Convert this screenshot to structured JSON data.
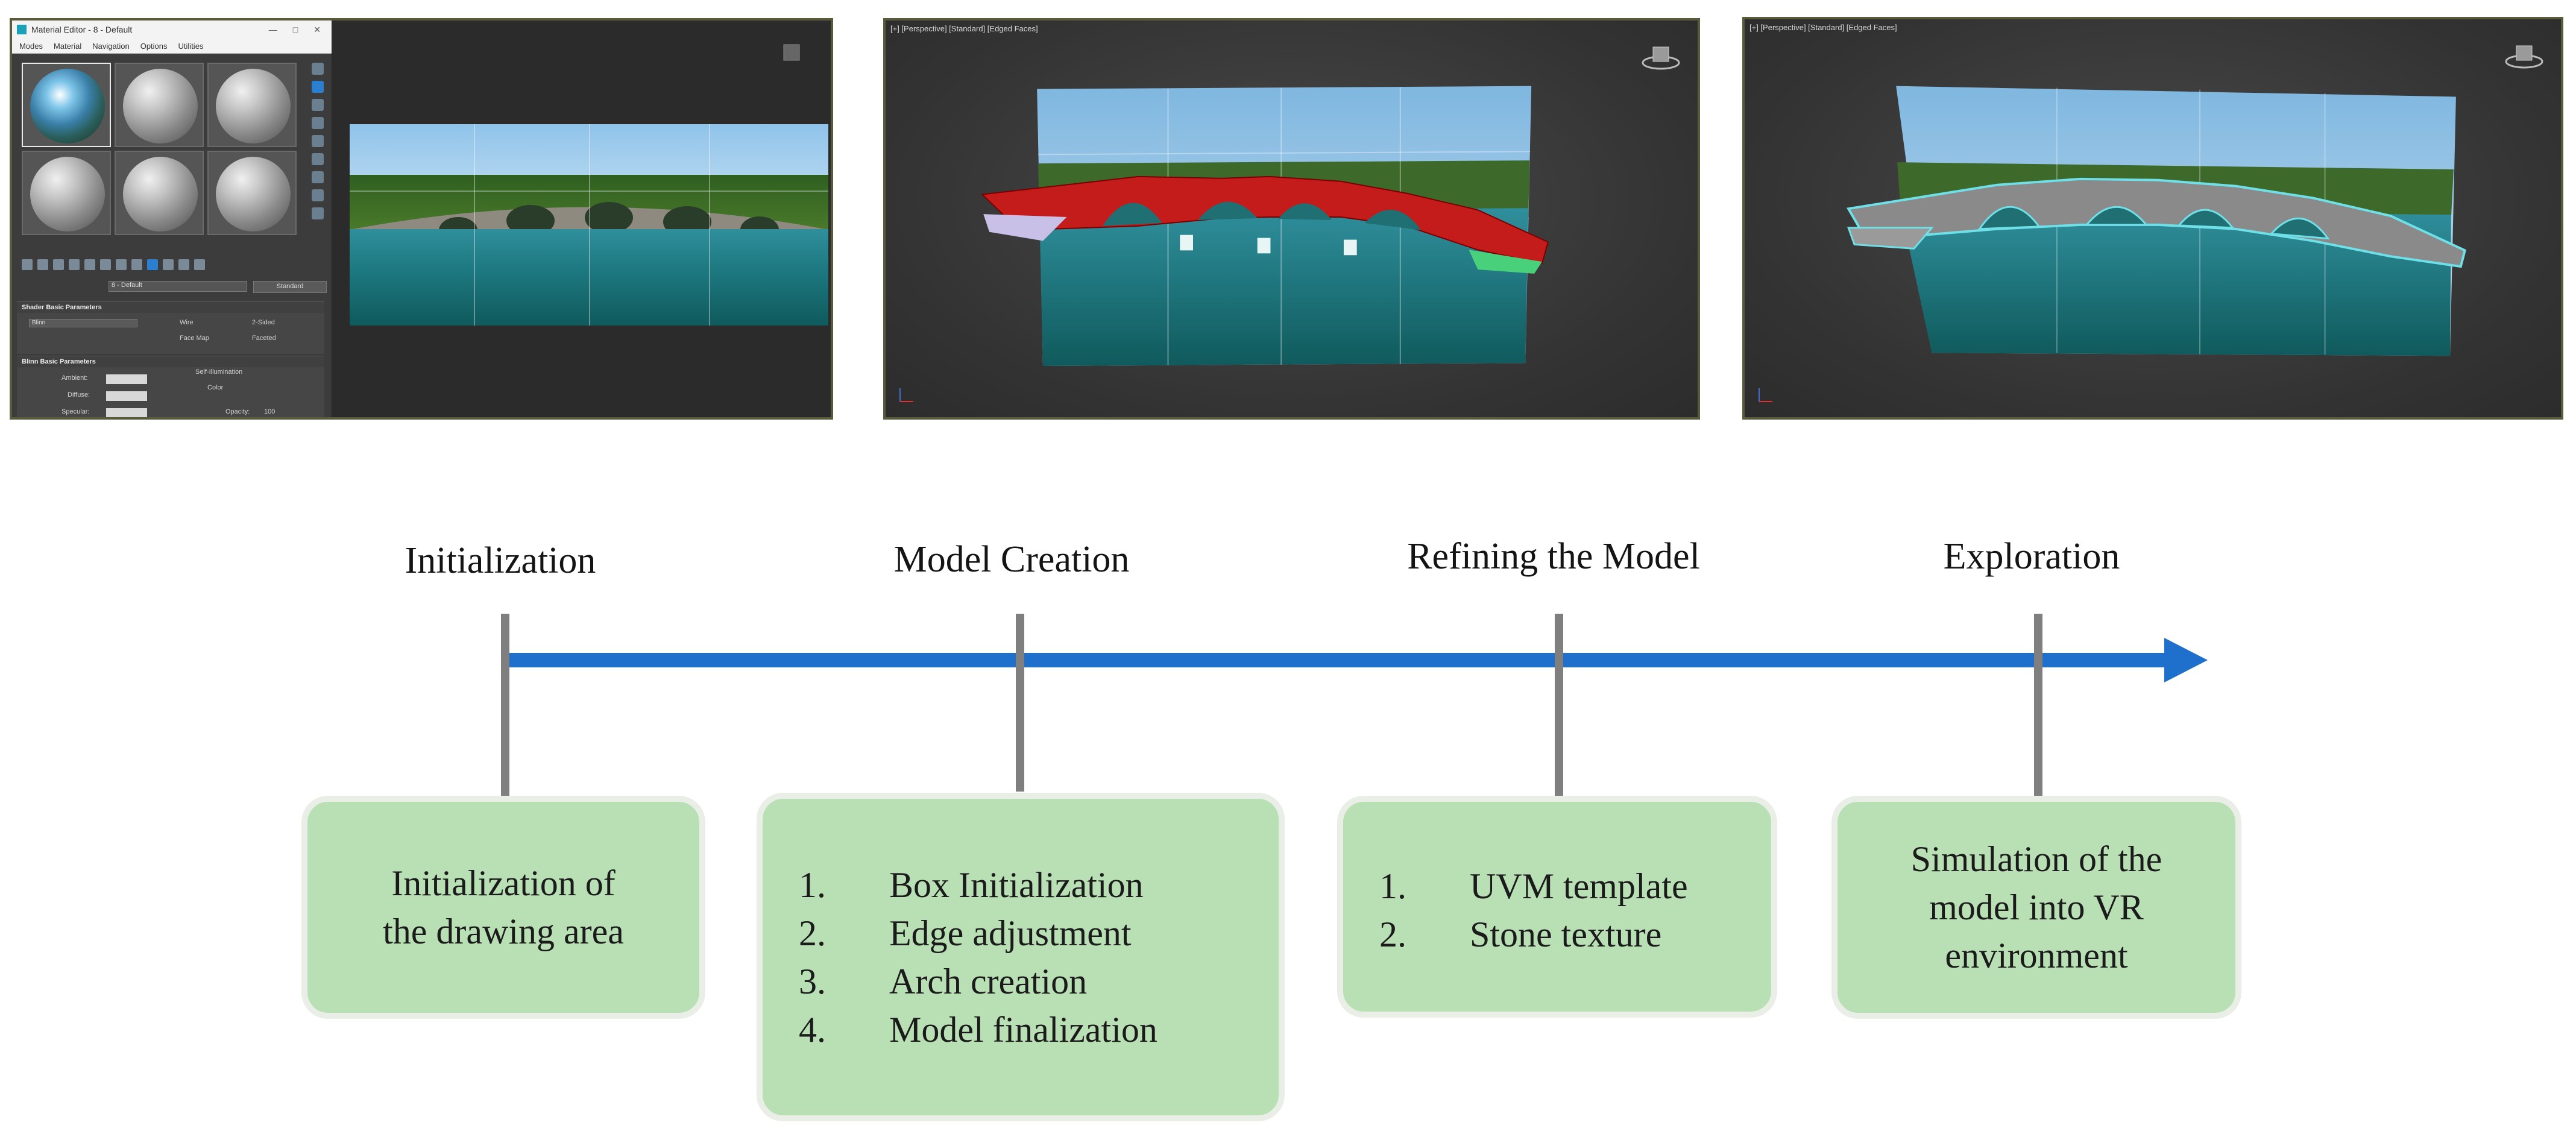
{
  "panels": {
    "material_editor": {
      "title": "Material Editor - 8 - Default",
      "menu": [
        "Modes",
        "Material",
        "Navigation",
        "Options",
        "Utilities"
      ],
      "material_name": "8 - Default",
      "material_type": "Standard",
      "rollouts": {
        "shader_basic": {
          "title": "Shader Basic Parameters",
          "shader": "Blinn",
          "options": [
            "Wire",
            "2-Sided",
            "Face Map",
            "Faceted"
          ]
        },
        "blinn_basic": {
          "title": "Blinn Basic Parameters",
          "self_illum": "Self-Illumination",
          "color": "Color",
          "ambient": "Ambient:",
          "diffuse": "Diffuse:",
          "specular": "Specular:",
          "opacity": "Opacity:",
          "opacity_value": "100"
        }
      }
    },
    "viewport_2": {
      "label": "[+] [Perspective] [Standard] [Edged Faces]"
    },
    "viewport_3": {
      "label": "[+] [Perspective] [Standard] [Edged Faces]"
    }
  },
  "timeline": {
    "colors": {
      "arrow": "#1f6fcc",
      "tick": "#7f7f7f",
      "box_fill": "#b9e0b4",
      "box_border": "#e9efe6"
    },
    "stages": [
      {
        "title": "Initialization",
        "lines": [
          "Initialization of",
          "the drawing area"
        ]
      },
      {
        "title": "Model Creation",
        "items": [
          {
            "num": "1.",
            "text": "Box Initialization"
          },
          {
            "num": "2.",
            "text": "Edge adjustment"
          },
          {
            "num": "3.",
            "text": "Arch creation"
          },
          {
            "num": "4.",
            "text": "Model finalization"
          }
        ]
      },
      {
        "title": "Refining the Model",
        "items": [
          {
            "num": "1.",
            "text": "UVM template"
          },
          {
            "num": "2.",
            "text": "Stone texture"
          }
        ]
      },
      {
        "title": "Exploration",
        "lines": [
          "Simulation of the",
          "model into VR",
          "environment"
        ]
      }
    ]
  }
}
